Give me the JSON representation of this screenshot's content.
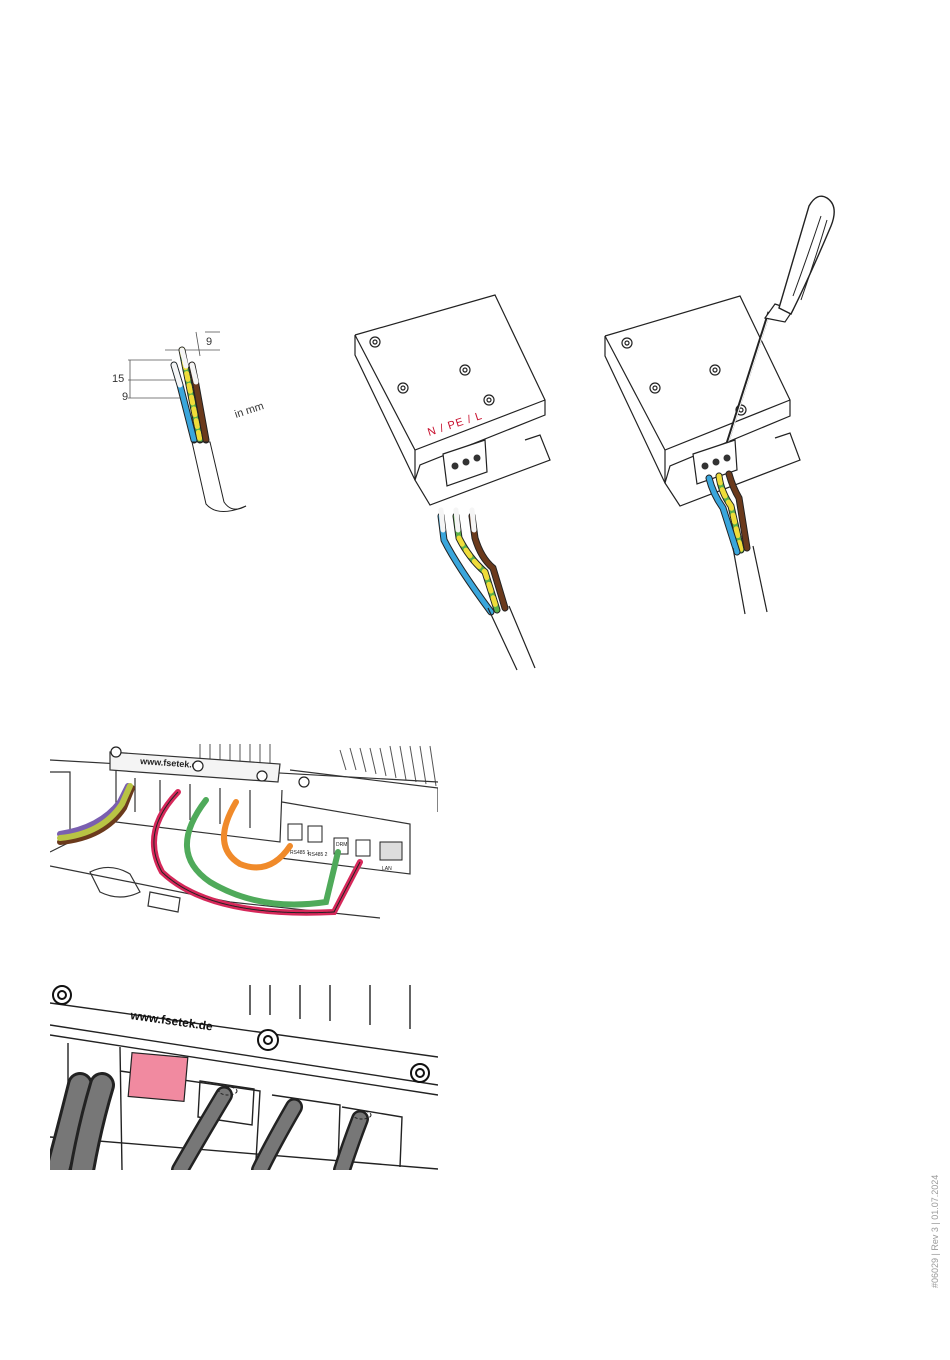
{
  "strip_figure": {
    "dim_top": "9",
    "dim_outer": "15",
    "dim_inner": "9",
    "unit": "in mm"
  },
  "terminal_figure": {
    "label": "N / PE / L"
  },
  "photo1": {
    "brand": "www.fsetek.de",
    "port_labels": [
      "RS485 1",
      "RS485 2",
      "DRM",
      "LAN"
    ]
  },
  "photo2": {
    "brand": "www.fsetek.de"
  },
  "footer": {
    "text": "#06029 | Rev 3 | 01.07.2024"
  },
  "colors": {
    "blue_wire": "#3aa6dc",
    "pe_green": "#5bb04a",
    "pe_yellow": "#f0dc3a",
    "brown_wire": "#6b3a1c",
    "red_wire": "#d6285a",
    "green_wire": "#4faa5a",
    "orange_wire": "#f08a2a",
    "purple_wire": "#7a5fb0",
    "pink_highlight": "#f18aa0",
    "label_red": "#c8102e"
  }
}
